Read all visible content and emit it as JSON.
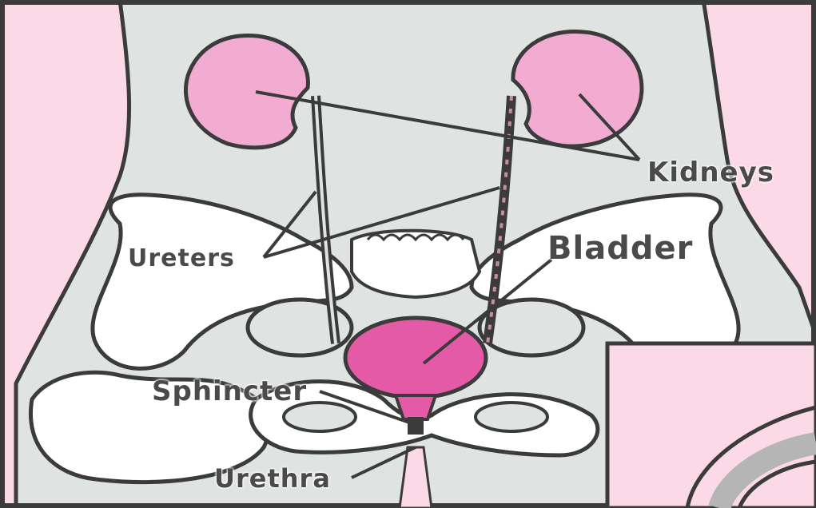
{
  "labels": {
    "kidneys": "Kidneys",
    "ureters": "Ureters",
    "bladder": "Bladder",
    "sphincter": "Sphincter",
    "urethra": "Urethra"
  },
  "colors": {
    "skin_background": "#fcd9e6",
    "body": "#dfe3e2",
    "bone": "#ffffff",
    "kidney": "#f3acd1",
    "bladder": "#e45aa6",
    "outline": "#3b3b3b"
  }
}
